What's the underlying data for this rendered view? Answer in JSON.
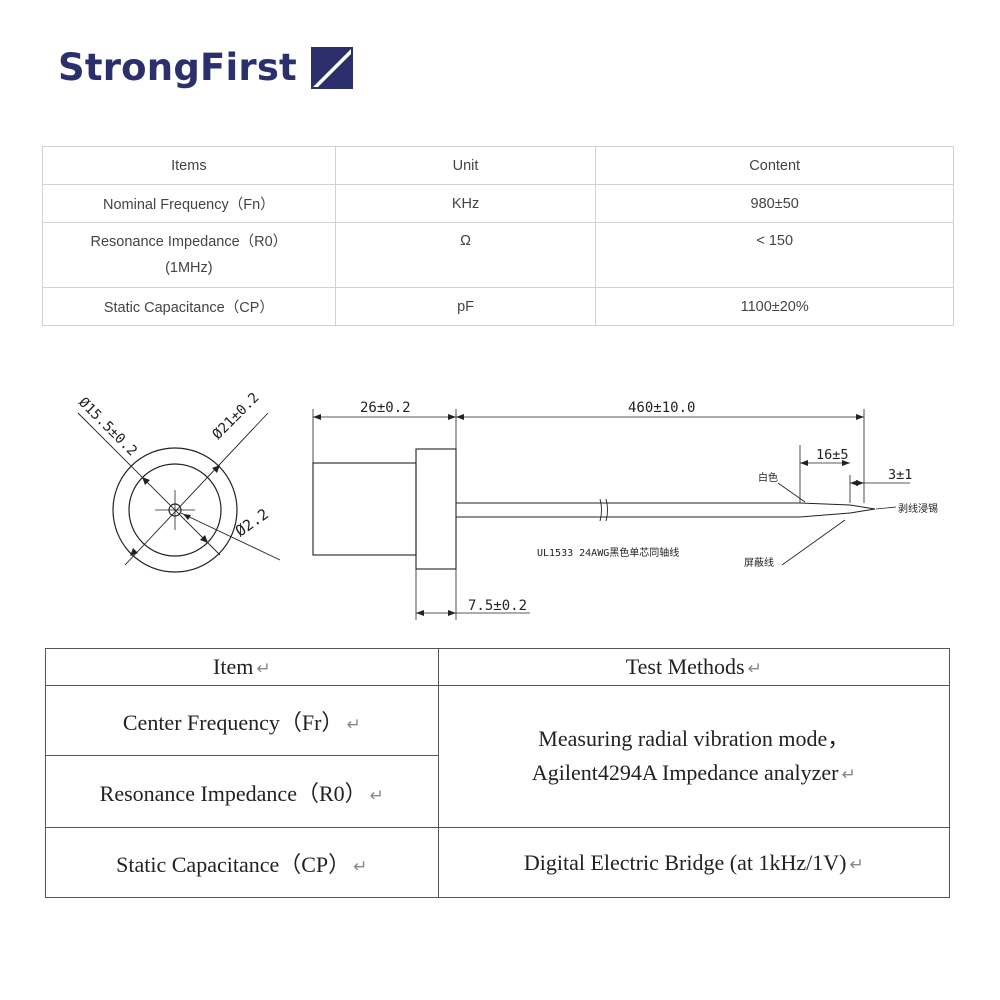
{
  "brand": {
    "name": "StrongFirst",
    "color": "#2b2f6b"
  },
  "spec_table": {
    "headers": [
      "Items",
      "Unit",
      "Content"
    ],
    "rows": [
      {
        "item": "Nominal Frequency（Fn）",
        "unit": "KHz",
        "content": "980±50"
      },
      {
        "item_line1": "Resonance Impedance（R0）",
        "item_line2": "(1MHz)",
        "unit": "Ω",
        "content": "< 150"
      },
      {
        "item": "Static Capacitance（CP）",
        "unit": "pF",
        "content": "1100±20%"
      }
    ]
  },
  "drawing": {
    "front_view": {
      "dia_inner": "Ø15.5±0.2",
      "dia_outer": "Ø21±0.2",
      "dia_center": "Ø2.2"
    },
    "side_view": {
      "body_length": "26±0.2",
      "cable_length": "460±10.0",
      "strip_length": "16±5",
      "tin_length": "3±1",
      "flange_length": "7.5±0.2",
      "label_white": "白色",
      "label_tin": "剥线浸锡",
      "label_shield": "屏蔽线",
      "cable_spec": "UL1533 24AWG黑色单芯同轴线"
    }
  },
  "test_methods": {
    "headers": [
      "Item",
      "Test Methods"
    ],
    "rows": [
      {
        "item": "Center Frequency（Fr）"
      },
      {
        "item": "Resonance Impedance（R0）"
      },
      {
        "item": "Static Capacitance（CP）",
        "method": "Digital Electric Bridge (at 1kHz/1V)"
      }
    ],
    "shared_method_line1": "Measuring radial vibration mode，",
    "shared_method_line2": "Agilent4294A Impedance analyzer",
    "return_mark": "↵"
  }
}
